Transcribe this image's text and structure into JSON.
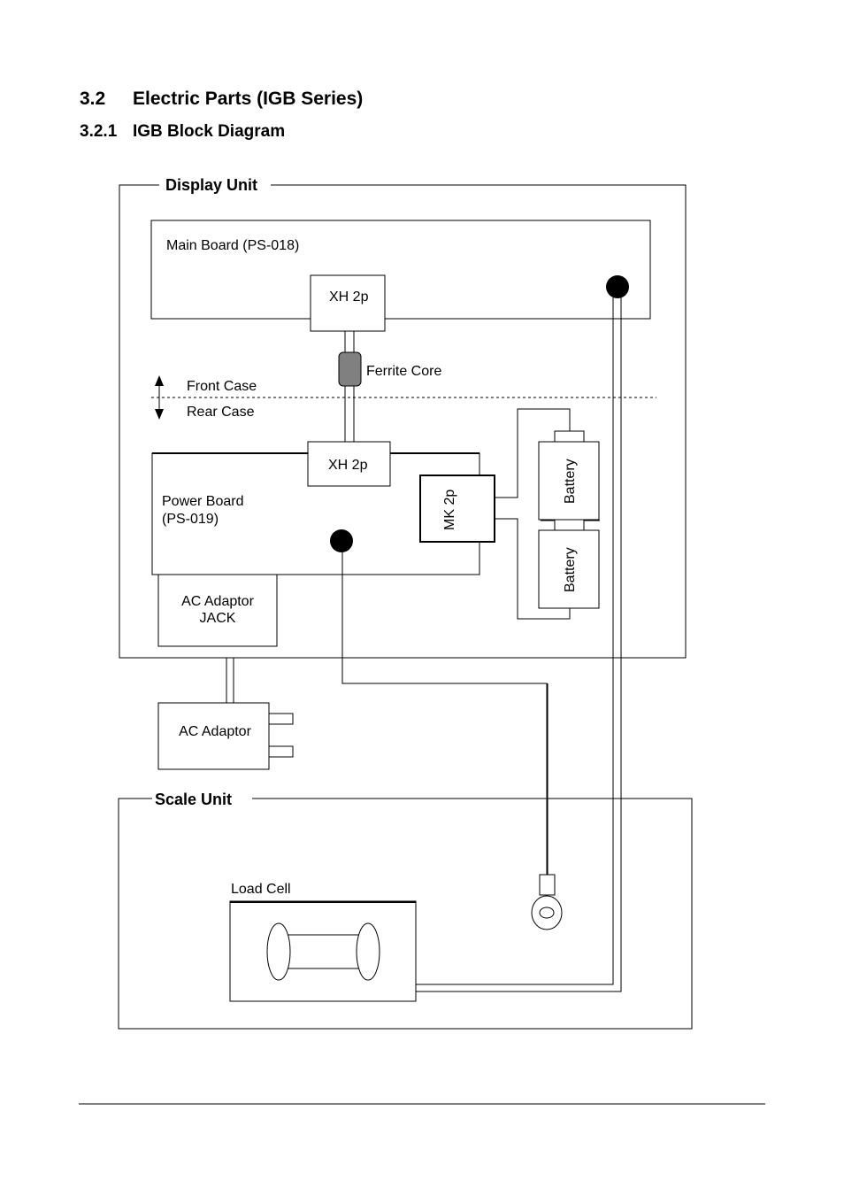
{
  "heading": {
    "number": "3.2",
    "title": "Electric Parts (IGB Series)"
  },
  "subheading": {
    "number": "3.2.1",
    "title": "IGB Block Diagram"
  },
  "diagram": {
    "display_unit_label": "Display Unit",
    "main_board_label": "Main Board (PS-018)",
    "xh_top_label": "XH 2p",
    "ferrite_core_label": "Ferrite Core",
    "front_case_label": "Front Case",
    "rear_case_label": "Rear Case",
    "xh_bottom_label": "XH 2p",
    "power_board_line1": "Power Board",
    "power_board_line2": "(PS-019)",
    "mk_label": "MK 2p",
    "battery_top_label": "Battery",
    "battery_bottom_label": "Battery",
    "ac_jack_line1": "AC Adaptor",
    "ac_jack_line2": "JACK",
    "ac_adaptor_label": "AC Adaptor",
    "scale_unit_label": "Scale Unit",
    "load_cell_label": "Load Cell"
  }
}
